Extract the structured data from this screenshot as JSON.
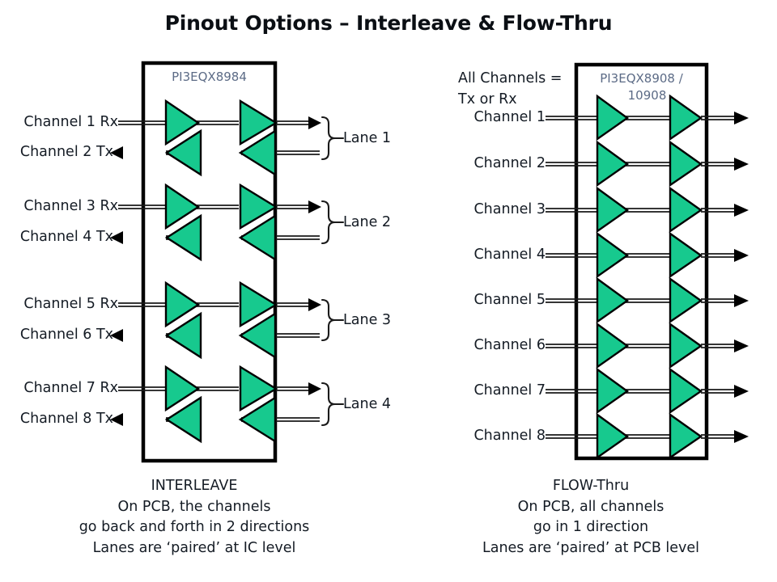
{
  "slide": {
    "title": "Pinout Options – Interleave & Flow-Thru",
    "background": "#ffffff",
    "colors": {
      "buffer_fill": "#17c98e",
      "outline": "#000000",
      "chip_label": "#5c6b86",
      "text": "#141b24"
    }
  },
  "left_diagram": {
    "name": "interleave",
    "chip_label": "PI3EQX8984",
    "channels": [
      {
        "label": "Channel 1 Rx",
        "direction": "right"
      },
      {
        "label": "Channel 2 Tx",
        "direction": "left"
      },
      {
        "label": "Channel 3 Rx",
        "direction": "right"
      },
      {
        "label": "Channel 4 Tx",
        "direction": "left"
      },
      {
        "label": "Channel 5 Rx",
        "direction": "right"
      },
      {
        "label": "Channel 6 Tx",
        "direction": "left"
      },
      {
        "label": "Channel 7 Rx",
        "direction": "right"
      },
      {
        "label": "Channel 8 Tx",
        "direction": "left"
      }
    ],
    "lanes": [
      {
        "label": "Lane 1"
      },
      {
        "label": "Lane 2"
      },
      {
        "label": "Lane 3"
      },
      {
        "label": "Lane 4"
      }
    ],
    "caption": [
      "INTERLEAVE",
      "On PCB, the channels",
      "go back and forth in 2 directions",
      "Lanes are ‘paired’ at IC level"
    ]
  },
  "right_diagram": {
    "name": "flow-thru",
    "chip_label_line1": "PI3EQX8908 /",
    "chip_label_line2": "10908",
    "note_line1": "All Channels =",
    "note_line2": "Tx or Rx",
    "channels": [
      {
        "label": "Channel 1",
        "direction": "right"
      },
      {
        "label": "Channel 2",
        "direction": "right"
      },
      {
        "label": "Channel 3",
        "direction": "right"
      },
      {
        "label": "Channel 4",
        "direction": "right"
      },
      {
        "label": "Channel 5",
        "direction": "right"
      },
      {
        "label": "Channel 6",
        "direction": "right"
      },
      {
        "label": "Channel 7",
        "direction": "right"
      },
      {
        "label": "Channel 8",
        "direction": "right"
      }
    ],
    "caption": [
      "FLOW-Thru",
      "On PCB, all channels",
      "go in 1 direction",
      "Lanes are ‘paired’ at PCB level"
    ]
  }
}
